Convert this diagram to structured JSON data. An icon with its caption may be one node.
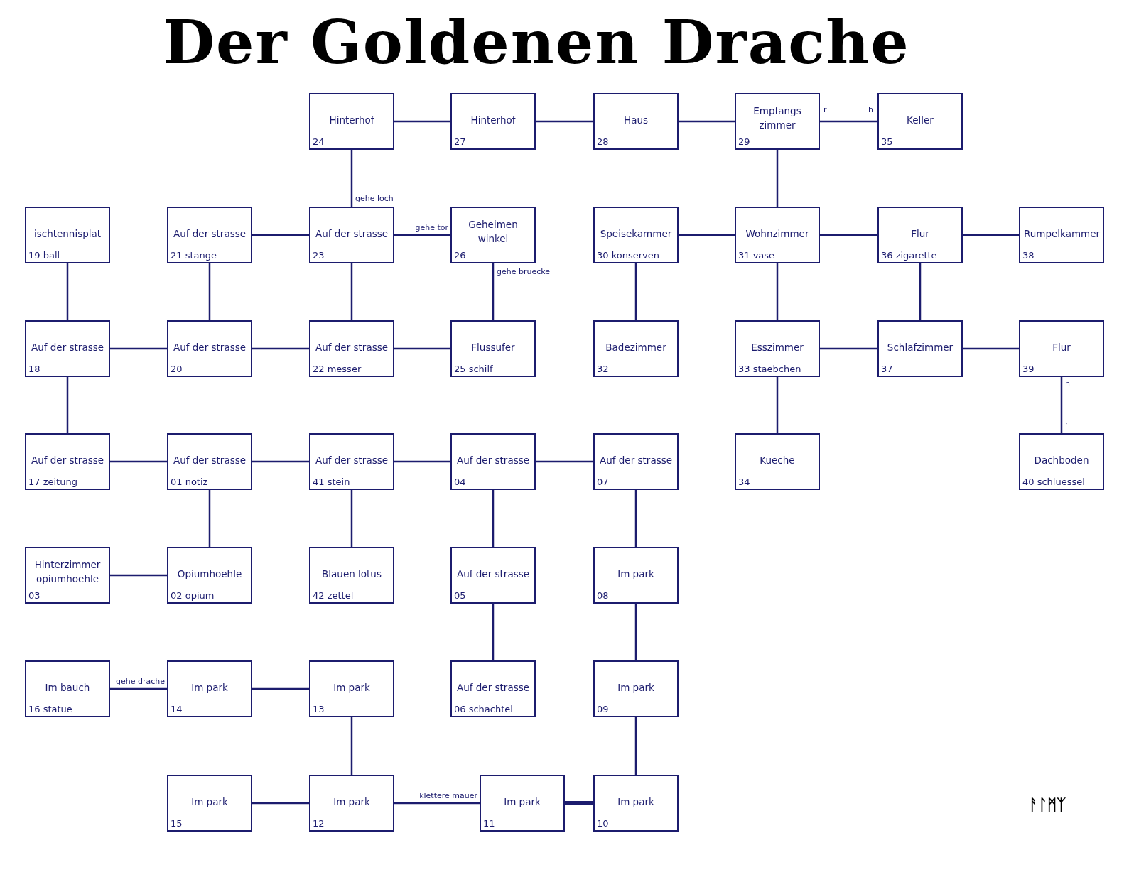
{
  "diagram": {
    "title": "Der Goldenen Drache",
    "nodes": [
      {
        "text": [
          "Hinterhof",
          "24"
        ]
      },
      {
        "text": [
          "Hinterhof",
          "27"
        ]
      },
      {
        "text": [
          "Haus",
          "28"
        ]
      },
      {
        "text": [
          "Empfangs zimmer",
          "29"
        ]
      },
      {
        "text": [
          "Keller",
          "35"
        ]
      },
      {
        "text": [
          "ischtennisplat",
          "19 ball"
        ]
      },
      {
        "text": [
          "Auf der strasse",
          "21 stange"
        ]
      },
      {
        "text": [
          "Auf der strasse",
          "23"
        ]
      },
      {
        "text": [
          "Geheimen winkel",
          "26"
        ]
      },
      {
        "text": [
          "Speisekammer",
          "30 konserven"
        ]
      },
      {
        "text": [
          "Wohnzimmer",
          "31 vase"
        ]
      },
      {
        "text": [
          "Flur",
          "36 zigarette"
        ]
      },
      {
        "text": [
          "Rumpelkammer",
          "38"
        ]
      },
      {
        "text": [
          "Auf der strasse",
          "18"
        ]
      },
      {
        "text": [
          "Auf der strasse",
          "20"
        ]
      },
      {
        "text": [
          "Auf der strasse",
          "22 messer"
        ]
      },
      {
        "text": [
          "Flussufer",
          "25 schilf"
        ]
      },
      {
        "text": [
          "Badezimmer",
          "32"
        ]
      },
      {
        "text": [
          "Esszimmer",
          "33 staebchen"
        ]
      },
      {
        "text": [
          "Schlafzimmer",
          "37"
        ]
      },
      {
        "text": [
          "Flur",
          "39"
        ]
      },
      {
        "text": [
          "Auf der strasse",
          "17 zeitung"
        ]
      },
      {
        "text": [
          "Auf der strasse",
          "01 notiz"
        ]
      },
      {
        "text": [
          "Auf der strasse",
          "41 stein"
        ]
      },
      {
        "text": [
          "Auf der strasse",
          "04"
        ]
      },
      {
        "text": [
          "Auf der strasse",
          "07"
        ]
      },
      {
        "text": [
          "Kueche",
          "34"
        ]
      },
      {
        "text": [
          "Dachboden",
          "40 schluessel"
        ]
      },
      {
        "text": [
          "Hinterzimmer opiumhoehle",
          "03"
        ]
      },
      {
        "text": [
          "Opiumhoehle",
          "02 opium"
        ]
      },
      {
        "text": [
          "Blauen lotus",
          "42 zettel"
        ]
      },
      {
        "text": [
          "Auf der strasse",
          "05"
        ]
      },
      {
        "text": [
          "Im park",
          "08"
        ]
      },
      {
        "text": [
          "Im bauch",
          "16 statue"
        ]
      },
      {
        "text": [
          "Im park",
          "14"
        ]
      },
      {
        "text": [
          "Im park",
          "13"
        ]
      },
      {
        "text": [
          "Auf der strasse",
          "06 schachtel"
        ]
      },
      {
        "text": [
          "Im park",
          "09"
        ]
      },
      {
        "text": [
          "Im park",
          "15"
        ]
      },
      {
        "text": [
          "Im park",
          "12"
        ]
      },
      {
        "text": [
          "Im park",
          "11"
        ]
      },
      {
        "text": [
          "Im park",
          "10"
        ]
      }
    ],
    "edges": [
      {
        "from": 0,
        "to": 1,
        "arrow": "none"
      },
      {
        "from": 1,
        "to": 2,
        "arrow": "none"
      },
      {
        "from": 2,
        "to": 3,
        "arrow": "none"
      },
      {
        "from": 3,
        "to": 4,
        "arrow": "none"
      },
      {
        "from": 0,
        "to": 7,
        "arrow": "none",
        "label": "gehe loch"
      },
      {
        "from": 3,
        "to": 10,
        "arrow": "none"
      },
      {
        "from": 5,
        "to": 13,
        "arrow": "none"
      },
      {
        "from": 6,
        "to": 7,
        "arrow": "none"
      },
      {
        "from": 6,
        "to": 14,
        "arrow": "none"
      },
      {
        "from": 7,
        "to": 8,
        "arrow": "none",
        "label": "gehe tor"
      },
      {
        "from": 7,
        "to": 15,
        "arrow": "none"
      },
      {
        "from": 8,
        "to": 16,
        "arrow": "none",
        "label": "gehe bruecke"
      },
      {
        "from": 9,
        "to": 10,
        "arrow": "none"
      },
      {
        "from": 9,
        "to": 17,
        "arrow": "none"
      },
      {
        "from": 10,
        "to": 11,
        "arrow": "none"
      },
      {
        "from": 10,
        "to": 18,
        "arrow": "none"
      },
      {
        "from": 11,
        "to": 12,
        "arrow": "none"
      },
      {
        "from": 11,
        "to": 19,
        "arrow": "none"
      },
      {
        "from": 13,
        "to": 14,
        "arrow": "none"
      },
      {
        "from": 14,
        "to": 15,
        "arrow": "none"
      },
      {
        "from": 15,
        "to": 16,
        "arrow": "none"
      },
      {
        "from": 18,
        "to": 19,
        "arrow": "none"
      },
      {
        "from": 19,
        "to": 20,
        "arrow": "none"
      },
      {
        "from": 13,
        "to": 21,
        "arrow": "none"
      },
      {
        "from": 18,
        "to": 26,
        "arrow": "none"
      },
      {
        "from": 20,
        "to": 27,
        "arrow": "none"
      },
      {
        "from": 21,
        "to": 22,
        "arrow": "none"
      },
      {
        "from": 22,
        "to": 23,
        "arrow": "none"
      },
      {
        "from": 23,
        "to": 24,
        "arrow": "none"
      },
      {
        "from": 24,
        "to": 25,
        "arrow": "none"
      },
      {
        "from": 22,
        "to": 29,
        "arrow": "none"
      },
      {
        "from": 23,
        "to": 30,
        "arrow": "none"
      },
      {
        "from": 24,
        "to": 31,
        "arrow": "none"
      },
      {
        "from": 25,
        "to": 32,
        "arrow": "none"
      },
      {
        "from": 28,
        "to": 29,
        "arrow": "none"
      },
      {
        "from": 31,
        "to": 36,
        "arrow": "none"
      },
      {
        "from": 32,
        "to": 37,
        "arrow": "none"
      },
      {
        "from": 33,
        "to": 34,
        "arrow": "none",
        "label": "gehe drache"
      },
      {
        "from": 34,
        "to": 35,
        "arrow": "none"
      },
      {
        "from": 35,
        "to": 39,
        "arrow": "none"
      },
      {
        "from": 37,
        "to": 41,
        "arrow": "none"
      },
      {
        "from": 38,
        "to": 39,
        "arrow": "none"
      },
      {
        "from": 39,
        "to": 40,
        "arrow": "none",
        "label": "klettere mauer"
      },
      {
        "from": 40,
        "to": 41,
        "arrow": "none",
        "style": "thick"
      }
    ],
    "labels": [
      "r",
      "h",
      "h",
      "r",
      "ᚨᛚᛗᛉ"
    ]
  }
}
